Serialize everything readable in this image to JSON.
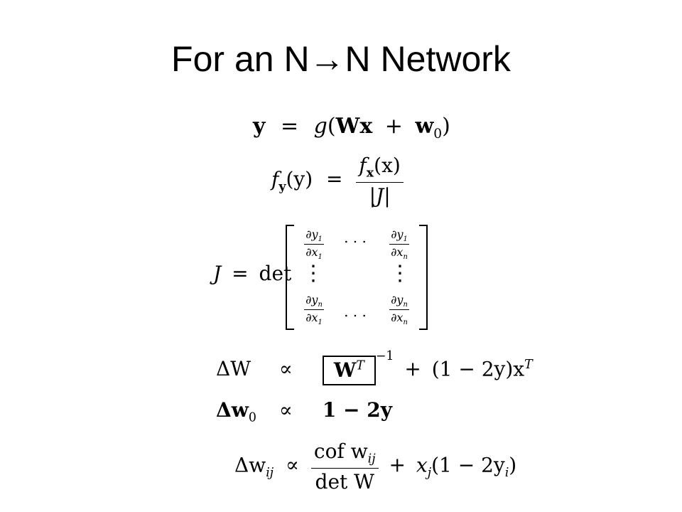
{
  "slide": {
    "title": "For an N→N Network"
  },
  "equations": {
    "eq1": {
      "lhs": "y",
      "eq": "=",
      "g": "g",
      "open": "(",
      "W": "W",
      "x": "x",
      "plus": "+",
      "w": "w",
      "sub0": "0",
      "close": ")"
    },
    "eq2": {
      "f": "f",
      "sub_y": "y",
      "arg": "(y)",
      "eq": "=",
      "num_f": "f",
      "num_sub": "x",
      "num_arg": "(x)",
      "den": "|J|"
    },
    "eq3": {
      "J": "J",
      "eq": "=",
      "det": "det",
      "cells": {
        "r1c1_num": "∂y",
        "r1c1_num_sub": "1",
        "r1c1_den": "∂x",
        "r1c1_den_sub": "1",
        "r1_dots": ". . .",
        "r1c3_num": "∂y",
        "r1c3_num_sub": "1",
        "r1c3_den": "∂x",
        "r1c3_den_sub": "n",
        "r2c1": "⋮",
        "r2c3": "⋮",
        "r3c1_num": "∂y",
        "r3c1_num_sub": "n",
        "r3c1_den": "∂x",
        "r3c1_den_sub": "1",
        "r3_dots": ". . .",
        "r3c3_num": "∂y",
        "r3c3_num_sub": "n",
        "r3c3_den": "∂x",
        "r3c3_den_sub": "n"
      }
    },
    "eq4": {
      "lhs": "ΔW",
      "prop": "∝",
      "W": "W",
      "sup_T": "T",
      "sup_inv": "−1",
      "plus": "+",
      "paren": "(1 − 2y)x",
      "sup_T2": "T"
    },
    "eq5": {
      "lhs": "Δw",
      "sub0": "0",
      "prop": "∝",
      "rhs": "1 − 2y"
    },
    "eq6": {
      "lhs": "Δw",
      "lhs_sub": "ij",
      "prop": "∝",
      "num": "cof w",
      "num_sub": "ij",
      "den": "det W",
      "plus": "+",
      "x": "x",
      "x_sub": "j",
      "tail": "(1 − 2y",
      "tail_sub": "i",
      "tail_close": ")"
    }
  }
}
